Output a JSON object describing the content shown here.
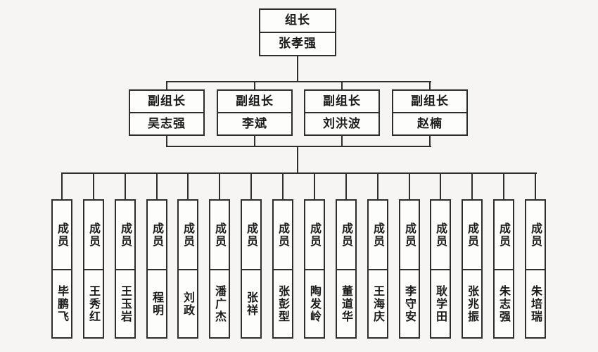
{
  "chart": {
    "type": "org-chart",
    "leader": {
      "role": "组长",
      "name": "张孝强"
    },
    "deputies": [
      {
        "role": "副组长",
        "name": "吴志强"
      },
      {
        "role": "副组长",
        "name": "李斌"
      },
      {
        "role": "副组长",
        "name": "刘洪波"
      },
      {
        "role": "副组长",
        "name": "赵楠"
      }
    ],
    "members": [
      {
        "role": "成员",
        "name": "毕鹏飞"
      },
      {
        "role": "成员",
        "name": "王秀红"
      },
      {
        "role": "成员",
        "name": "王玉岩"
      },
      {
        "role": "成员",
        "name": "程明"
      },
      {
        "role": "成员",
        "name": "刘政"
      },
      {
        "role": "成员",
        "name": "潘广杰"
      },
      {
        "role": "成员",
        "name": "张祥"
      },
      {
        "role": "成员",
        "name": "张彭型"
      },
      {
        "role": "成员",
        "name": "陶发岭"
      },
      {
        "role": "成员",
        "name": "董道华"
      },
      {
        "role": "成员",
        "name": "王海庆"
      },
      {
        "role": "成员",
        "name": "李守安"
      },
      {
        "role": "成员",
        "name": "耿学田"
      },
      {
        "role": "成员",
        "name": "张兆振"
      },
      {
        "role": "成员",
        "name": "朱志强"
      },
      {
        "role": "成员",
        "name": "朱培瑞"
      }
    ],
    "colors": {
      "line": "#2e2e2e",
      "background": "#f6f5f3",
      "box_fill": "#fdfdfc",
      "text": "#1b1b1b"
    }
  }
}
